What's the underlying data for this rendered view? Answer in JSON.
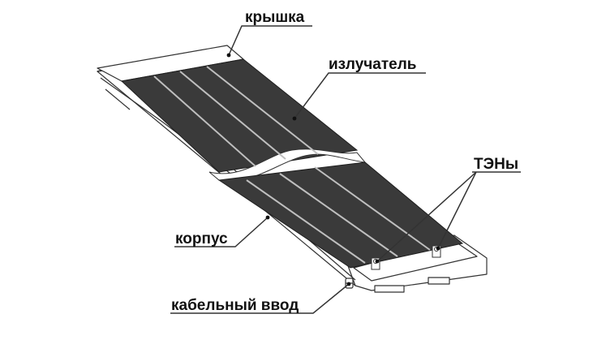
{
  "labels": {
    "lid": "крышка",
    "emitter": "излучатель",
    "heating_elements": "ТЭНы",
    "housing": "корпус",
    "cable_entry": "кабельный ввод"
  },
  "colors": {
    "panel": "#3a3a3a",
    "panel_stroke": "#1f1f1f",
    "outline": "#333333",
    "text": "#111111"
  }
}
